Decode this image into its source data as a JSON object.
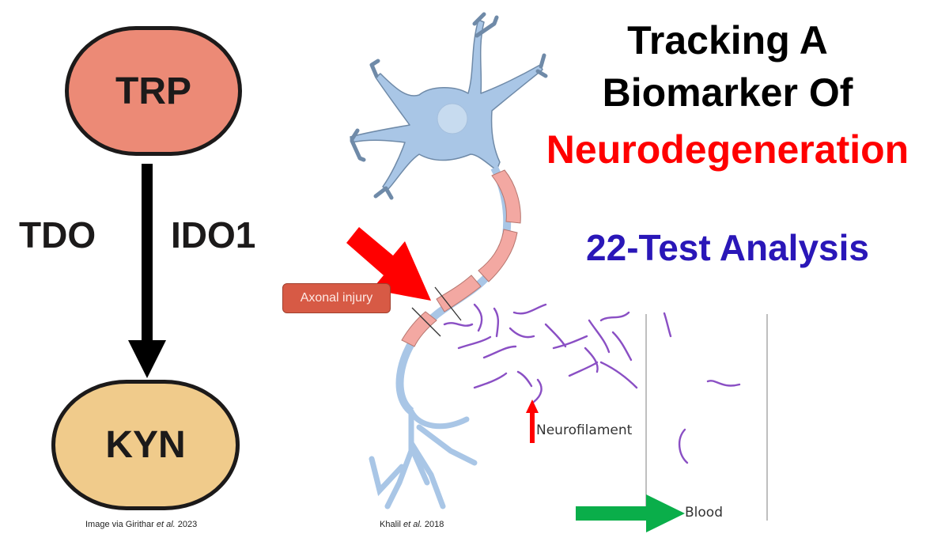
{
  "pathway": {
    "source_node": "TRP",
    "target_node": "KYN",
    "enzyme_left": "TDO",
    "enzyme_right": "IDO1",
    "caption_prefix": "Image via Girithar ",
    "caption_italic": "et al.",
    "caption_suffix": " 2023",
    "colors": {
      "source": "#ec8a76",
      "target": "#f0cb8b",
      "arrow": "#000000"
    }
  },
  "neuron_figure": {
    "injury_label": "Axonal injury",
    "neurofilament_label": "Neurofilament",
    "blood_label": "Blood",
    "caption_prefix": "Khalil ",
    "caption_italic": "et al.",
    "caption_suffix": " 2018",
    "colors": {
      "neuron": "#a9c6e6",
      "myelin": "#f3a8a2",
      "filament": "#8a4fc4",
      "injury_arrow": "#ff0000",
      "blood_arrow": "#0aae4a"
    }
  },
  "headline": {
    "line1": "Tracking A",
    "line2": "Biomarker Of",
    "line3": "Neurodegeneration",
    "subtitle": "22-Test Analysis",
    "colors": {
      "line1": "#000000",
      "line3": "#ff0000",
      "subtitle": "#2a17b8"
    }
  }
}
